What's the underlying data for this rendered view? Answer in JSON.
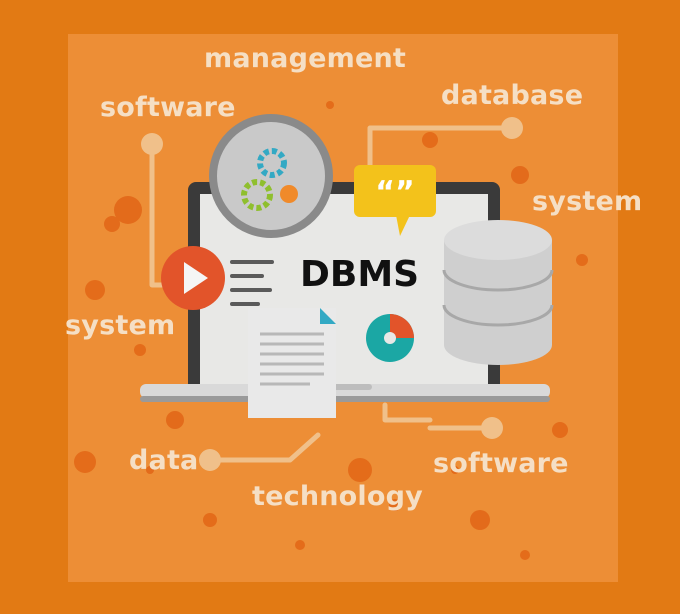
{
  "labels": {
    "management": "management",
    "software_top": "software",
    "database": "database",
    "system_right": "system",
    "system_left": "system",
    "data": "data",
    "technology": "technology",
    "software_bottom": "software"
  },
  "center_title": "DBMS",
  "colors": {
    "background": "#e27a14",
    "panel": "#ed8e36",
    "label_text": "#f5dfc5",
    "connector": "#f0c08a",
    "play_button": "#e2542a",
    "chat_bubble": "#f3c21b",
    "pie_teal": "#1ba7a4",
    "pie_red": "#e2542a",
    "gear_teal": "#33a9c4",
    "gear_green": "#8fbf2e",
    "gear_orange": "#f08a2a"
  },
  "icons": {
    "gears": "gears-icon",
    "play": "play-icon",
    "chat": "chat-bubble-icon",
    "document": "document-icon",
    "pie": "pie-chart-icon",
    "database": "database-stack-icon",
    "laptop": "laptop-icon"
  }
}
